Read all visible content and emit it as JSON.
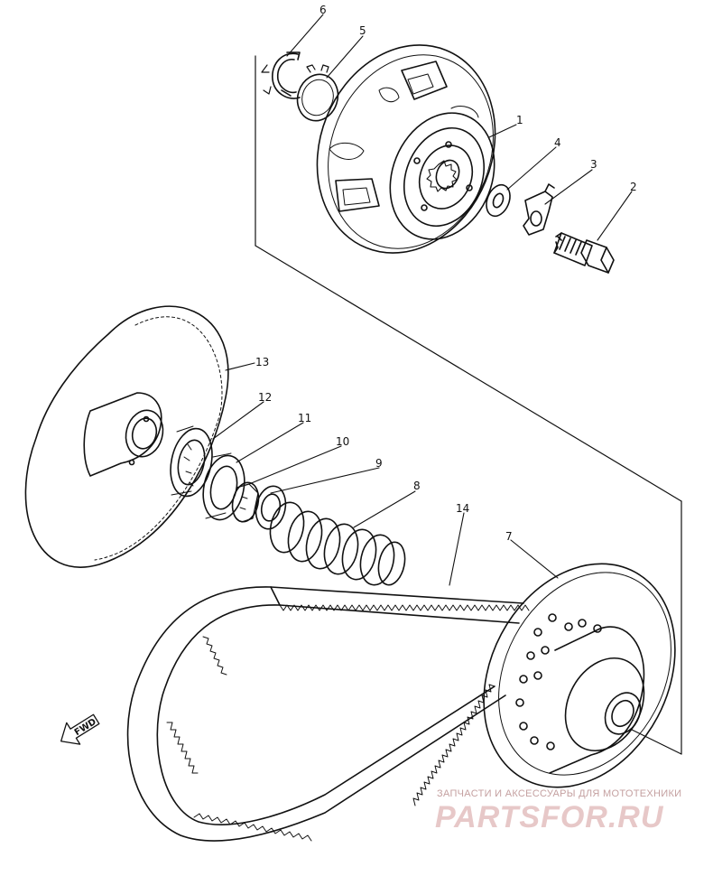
{
  "callouts": {
    "c1": "1",
    "c2": "2",
    "c3": "3",
    "c4": "4",
    "c5": "5",
    "c6": "6",
    "c7": "7",
    "c8": "8",
    "c9": "9",
    "c10": "10",
    "c11": "11",
    "c12": "12",
    "c13": "13",
    "c14": "14"
  },
  "direction_arrow": {
    "label": "FWD"
  },
  "watermark": {
    "tagline": "ЗАПЧАСТИ И АКСЕССУАРЫ ДЛЯ МОТОТЕХНИКИ",
    "logo": "PARTSFOR.RU"
  },
  "colors": {
    "line": "#111111",
    "watermark": "#e0b8b8"
  }
}
